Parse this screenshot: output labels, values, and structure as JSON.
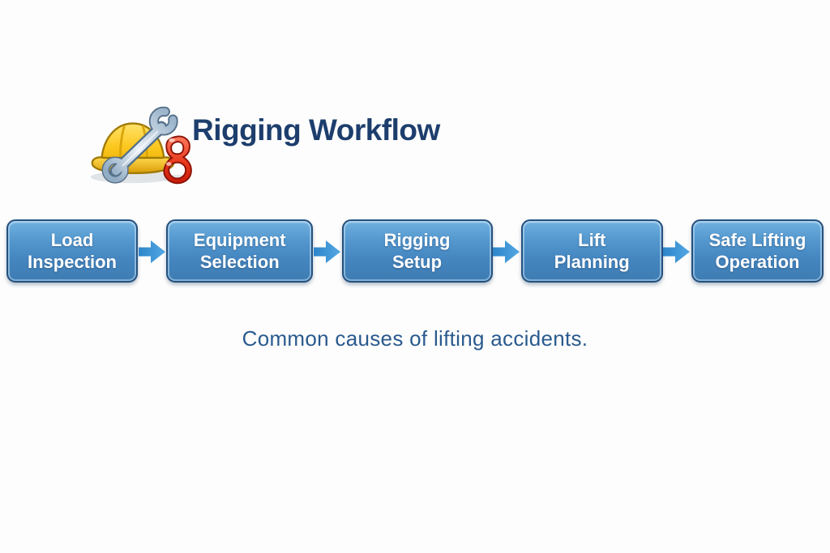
{
  "page": {
    "background": "#fdfdfd"
  },
  "header": {
    "icon": "hardhat-wrench-shackle",
    "title": "Rigging Workflow",
    "title_color": "#1d3e6d"
  },
  "flow": {
    "steps": [
      {
        "line1": "Load",
        "line2": "Inspection"
      },
      {
        "line1": "Equipment",
        "line2": "Selection"
      },
      {
        "line1": "Rigging",
        "line2": "Setup"
      },
      {
        "line1": "Lift",
        "line2": "Planning"
      },
      {
        "line1": "Safe Lifting",
        "line2": "Operation"
      }
    ],
    "box_colors": {
      "fill_top": "#71b1e0",
      "fill_bottom": "#3e7cb2",
      "border": "#26507c",
      "text": "#ffffff"
    },
    "arrow_color": "#2f93d8",
    "arrow_icon": "right-arrow"
  },
  "caption": {
    "text": "Common causes of lifting accidents.",
    "color": "#2a5a8e"
  }
}
